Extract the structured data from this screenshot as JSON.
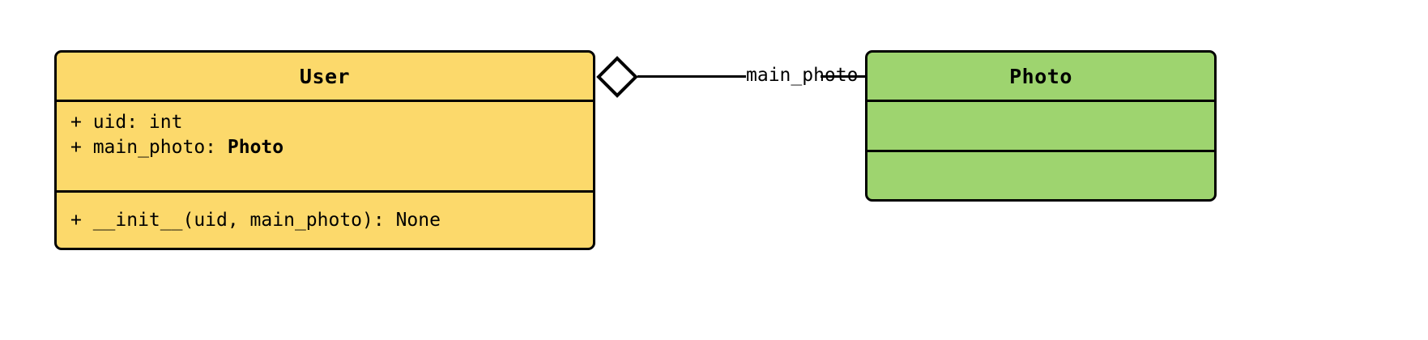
{
  "diagram": {
    "type": "uml-class-diagram",
    "background_color": "#ffffff",
    "classes": [
      {
        "name": "User",
        "fill_color": "#fcd96b",
        "border_color": "#000000",
        "attributes": [
          {
            "text": "+ uid: int",
            "bold_part": ""
          },
          {
            "prefix": "+ main_photo: ",
            "bold_part": "Photo"
          }
        ],
        "methods": [
          {
            "text": "+ __init__(uid, main_photo): None"
          }
        ]
      },
      {
        "name": "Photo",
        "fill_color": "#9ed46f",
        "border_color": "#000000",
        "attributes": [],
        "methods": []
      }
    ],
    "relationships": [
      {
        "kind": "aggregation",
        "marker": "hollow-diamond",
        "source": "User",
        "target": "Photo",
        "label": "main_photo"
      }
    ]
  }
}
